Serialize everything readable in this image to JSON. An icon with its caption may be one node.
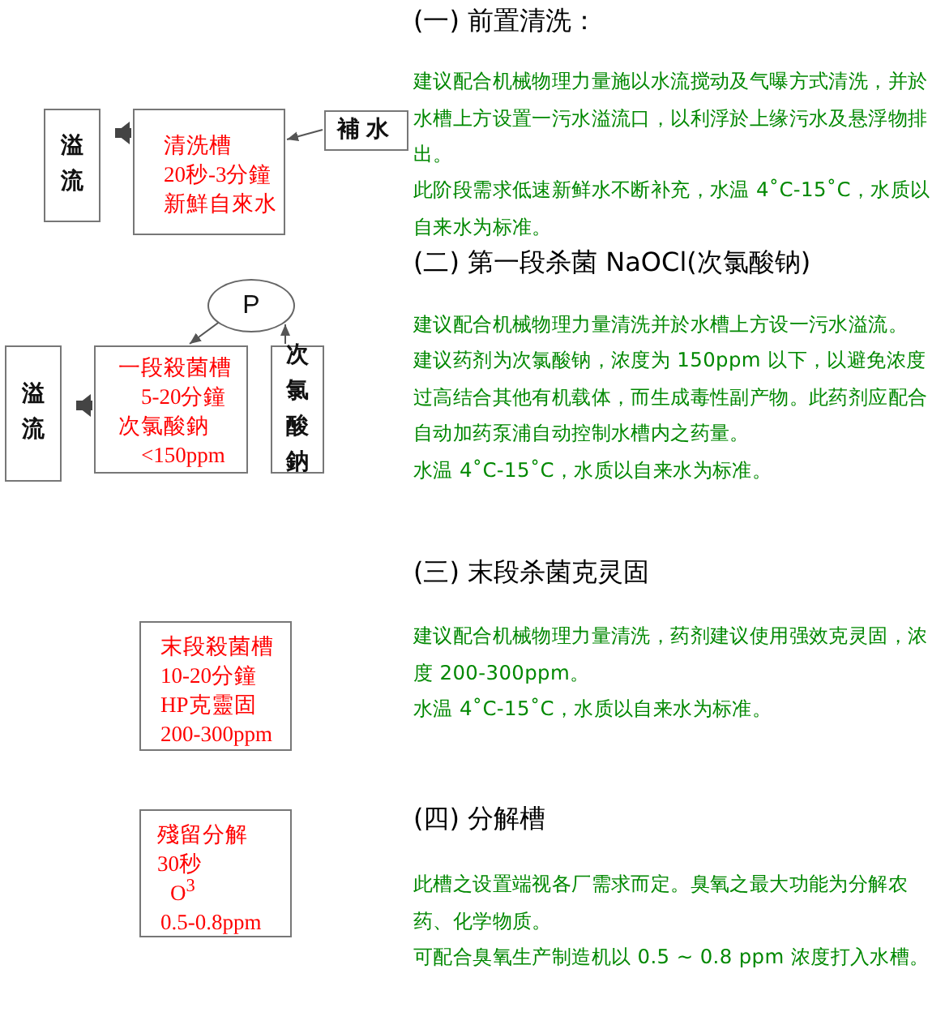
{
  "diagram": {
    "nodes": [
      {
        "text": [
          "溢流"
        ]
      },
      {
        "text": [
          "清洗槽",
          "20秒-3分鐘",
          "新鮮自來水"
        ]
      },
      {
        "text": [
          "補水"
        ]
      },
      {
        "text": [
          "P"
        ]
      },
      {
        "text": [
          "溢流"
        ]
      },
      {
        "text": [
          "一段殺菌槽",
          "5-20分鐘",
          "次氯酸鈉",
          "<150ppm"
        ]
      },
      {
        "text": [
          "次氯酸鈉"
        ]
      },
      {
        "text": [
          "末段殺菌槽",
          "10-20分鐘",
          "HP克靈固",
          "200-300ppm"
        ]
      },
      {
        "text": [
          "殘留分解",
          "30秒",
          "O$^{3}$",
          "0.5-0.8ppm"
        ]
      }
    ],
    "edges": [
      {
        "from": 1,
        "to": 0,
        "arrow": "to",
        "style": "thick"
      },
      {
        "from": 2,
        "to": 1,
        "arrow": "to"
      },
      {
        "from": 6,
        "to": 3,
        "arrow": "to"
      },
      {
        "from": 3,
        "to": 5,
        "arrow": "to"
      },
      {
        "from": 5,
        "to": 4,
        "arrow": "to",
        "style": "thick"
      }
    ],
    "labels": [
      "(一) 前置清洗：",
      "建议配合机械物理力量施以水流搅动及气曝方式清洗，并於水槽上方设置一污水溢流口，以利浮於上缘污水及悬浮物排出。",
      "此阶段需求低速新鲜水不断补充，水温 4˚C-15˚C，水质以自来水为标准。",
      "(二) 第一段杀菌 NaOCl(次氯酸钠)",
      "建议配合机械物理力量清洗并於水槽上方设一污水溢流。",
      "建议药剂为次氯酸钠，浓度为 150ppm 以下，以避免浓度过高结合其他有机载体，而生成毒性副产物。此药剂应配合自动加药泵浦自动控制水槽内之药量。",
      "水温 4˚C-15˚C，水质以自来水为标准。",
      "(三) 末段杀菌克灵固",
      "建议配合机械物理力量清洗，药剂建议使用强效克灵固，浓度 200-300ppm。",
      "水温 4˚C-15˚C，水质以自来水为标准。",
      "(四) 分解槽",
      "此槽之设置端视各厂需求而定。臭氧之最大功能为分解农药、化学物质。",
      "可配合臭氧生产制造机以 0.5 ~ 0.8 ppm 浓度打入水槽。"
    ]
  }
}
